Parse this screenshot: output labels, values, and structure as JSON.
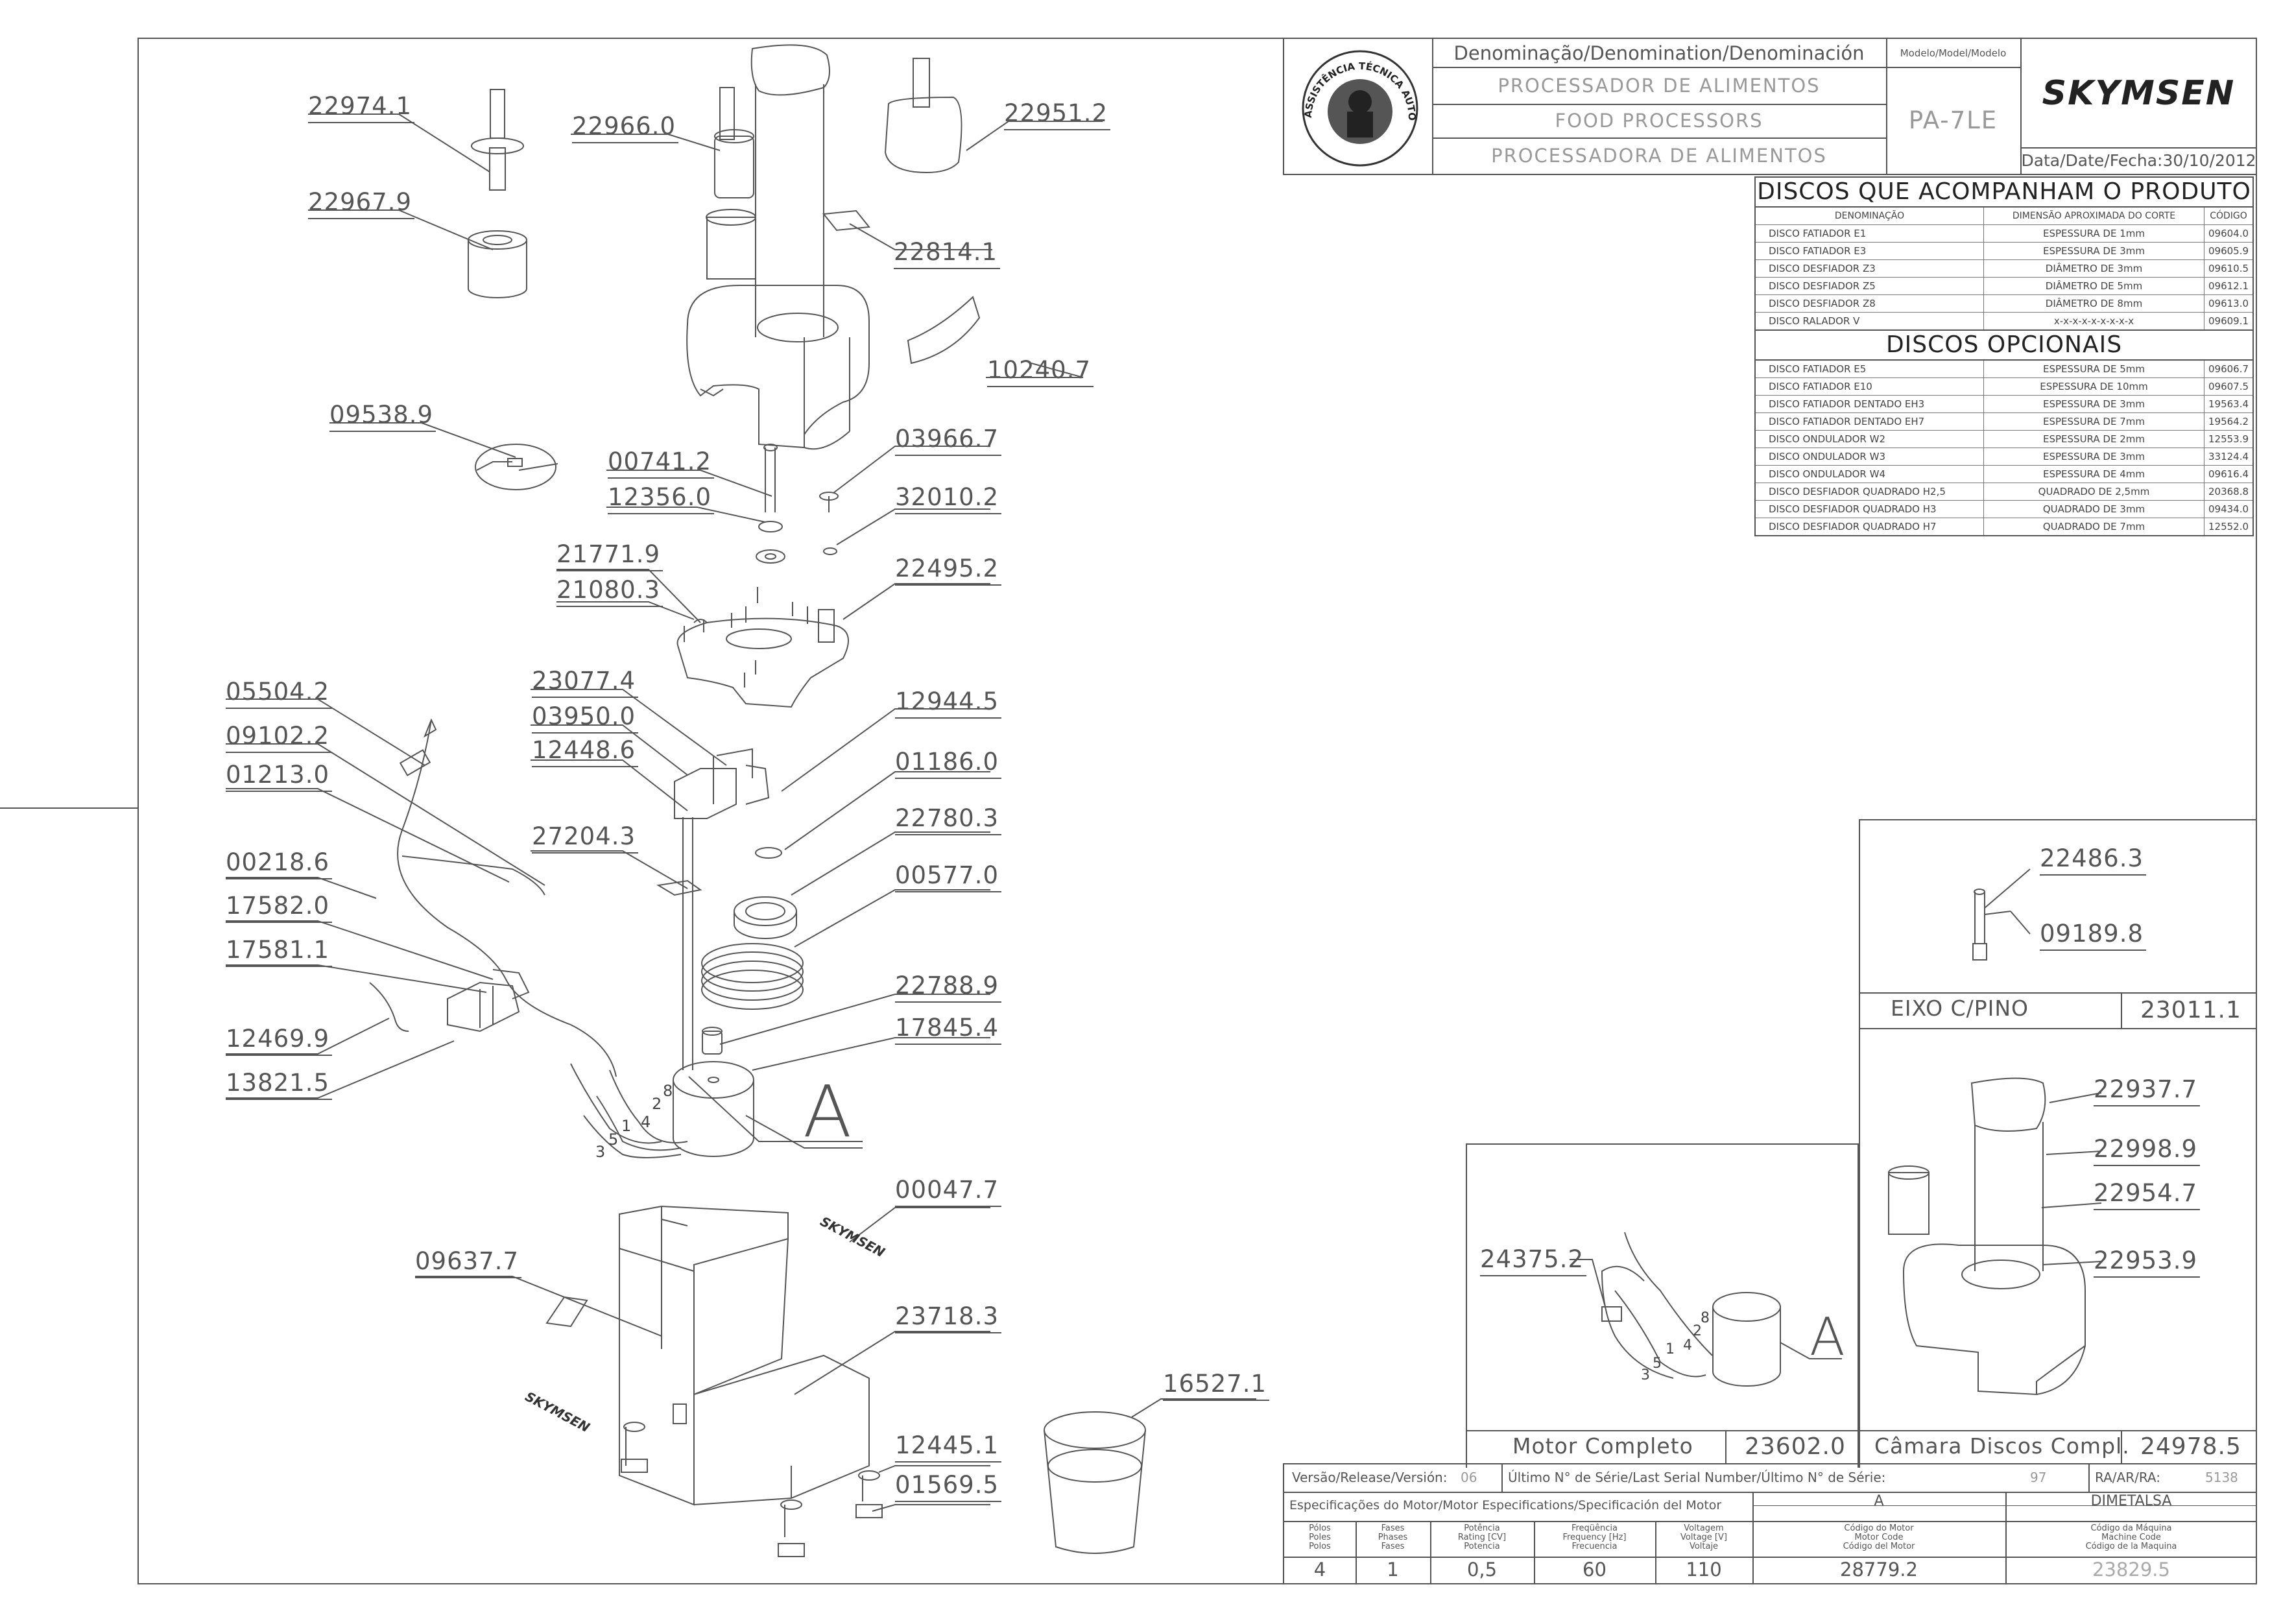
{
  "header": {
    "denomination_label": "Denominação/Denomination/Denominación",
    "model_label": "Modelo/Model/Modelo",
    "names": [
      "PROCESSADOR DE ALIMENTOS",
      "FOOD PROCESSORS",
      "PROCESSADORA DE ALIMENTOS"
    ],
    "model": "PA-7LE",
    "brand": "SKYMSEN",
    "date_label": "Data/Date/Fecha:",
    "date": "30/10/2012",
    "seal_text": "ASSISTÊNCIA TÉCNICA AUTORIZADA"
  },
  "discs_included": {
    "title": "DISCOS QUE ACOMPANHAM O PRODUTO",
    "columns": [
      "DENOMINAÇÃO",
      "DIMENSÃO APROXIMADA DO CORTE",
      "CÓDIGO"
    ],
    "rows": [
      [
        "DISCO FATIADOR E1",
        "ESPESSURA DE 1mm",
        "09604.0"
      ],
      [
        "DISCO FATIADOR E3",
        "ESPESSURA DE 3mm",
        "09605.9"
      ],
      [
        "DISCO DESFIADOR Z3",
        "DIÂMETRO DE 3mm",
        "09610.5"
      ],
      [
        "DISCO DESFIADOR Z5",
        "DIÂMETRO DE 5mm",
        "09612.1"
      ],
      [
        "DISCO DESFIADOR Z8",
        "DIÂMETRO DE 8mm",
        "09613.0"
      ],
      [
        "DISCO RALADOR V",
        "x-x-x-x-x-x-x-x-x",
        "09609.1"
      ]
    ]
  },
  "discs_optional": {
    "title": "DISCOS OPCIONAIS",
    "rows": [
      [
        "DISCO FATIADOR E5",
        "ESPESSURA DE 5mm",
        "09606.7"
      ],
      [
        "DISCO FATIADOR E10",
        "ESPESSURA DE 10mm",
        "09607.5"
      ],
      [
        "DISCO FATIADOR DENTADO EH3",
        "ESPESSURA DE 3mm",
        "19563.4"
      ],
      [
        "DISCO FATIADOR DENTADO EH7",
        "ESPESSURA DE 7mm",
        "19564.2"
      ],
      [
        "DISCO ONDULADOR W2",
        "ESPESSURA DE 2mm",
        "12553.9"
      ],
      [
        "DISCO ONDULADOR W3",
        "ESPESSURA DE 3mm",
        "33124.4"
      ],
      [
        "DISCO ONDULADOR W4",
        "ESPESSURA DE 4mm",
        "09616.4"
      ],
      [
        "DISCO DESFIADOR QUADRADO H2,5",
        "QUADRADO DE 2,5mm",
        "20368.8"
      ],
      [
        "DISCO DESFIADOR QUADRADO H3",
        "QUADRADO DE 3mm",
        "09434.0"
      ],
      [
        "DISCO DESFIADOR QUADRADO H7",
        "QUADRADO DE 7mm",
        "12552.0"
      ]
    ]
  },
  "part_numbers": {
    "p22974_1": "22974.1",
    "p22967_9": "22967.9",
    "p22966_0": "22966.0",
    "p22951_2": "22951.2",
    "p22814_1": "22814.1",
    "p10240_7": "10240.7",
    "p09538_9": "09538.9",
    "p00741_2": "00741.2",
    "p03966_7": "03966.7",
    "p12356_0": "12356.0",
    "p32010_2": "32010.2",
    "p21771_9": "21771.9",
    "p21080_3": "21080.3",
    "p22495_2": "22495.2",
    "p05504_2": "05504.2",
    "p23077_4": "23077.4",
    "p09102_2": "09102.2",
    "p03950_0": "03950.0",
    "p12944_5": "12944.5",
    "p01213_0": "01213.0",
    "p12448_6": "12448.6",
    "p01186_0": "01186.0",
    "p27204_3": "27204.3",
    "p22780_3": "22780.3",
    "p00218_6": "00218.6",
    "p00577_0": "00577.0",
    "p17582_0": "17582.0",
    "p17581_1": "17581.1",
    "p22788_9": "22788.9",
    "p17845_4": "17845.4",
    "p12469_9": "12469.9",
    "p13821_5": "13821.5",
    "p00047_7": "00047.7",
    "p09637_7": "09637.7",
    "p23718_3": "23718.3",
    "p16527_1": "16527.1",
    "p12445_1": "12445.1",
    "p01569_5": "01569.5",
    "p22486_3": "22486.3",
    "p09189_8": "09189.8",
    "p22937_7": "22937.7",
    "p22998_9": "22998.9",
    "p22954_7": "22954.7",
    "p22953_9": "22953.9",
    "p24375_2": "24375.2"
  },
  "callout_a": "A",
  "wire_numbers": [
    "8",
    "2",
    "4",
    "1",
    "5",
    "3"
  ],
  "sub_assemblies": {
    "shaft_label": "EIXO C/PINO",
    "shaft_code": "23011.1",
    "motor_label": "Motor Completo",
    "motor_code": "23602.0",
    "chamber_label": "Câmara Discos Compl.",
    "chamber_code": "24978.5"
  },
  "footer": {
    "version_label": "Versão/Release/Versión:",
    "version": "06",
    "serial_label": "Último N° de Série/Last Serial Number/Último N° de Série:",
    "serial": "97",
    "ra_label": "RA/AR/RA:",
    "ra": "5138",
    "motor_spec_label": "Especificações do Motor/Motor Especifications/Specificación del Motor",
    "motor_letter": "A",
    "maker": "DIMETALSA",
    "col_poles": "Pólos\nPoles\nPolos",
    "col_phases": "Fases\nPhases\nFases",
    "col_power": "Potência\nRating [CV]\nPotencia",
    "col_freq": "Freqüência\nFrequency [Hz]\nFrecuencia",
    "col_volt": "Voltagem\nVoltage [V]\nVoltaje",
    "col_motor_code": "Código do Motor\nMotor Code\nCódigo del Motor",
    "col_machine_code": "Código da Máquina\nMachine Code\nCódigo de la Maquina",
    "poles": "4",
    "phases": "1",
    "power": "0,5",
    "freq": "60",
    "volt": "110",
    "motor_code": "28779.2",
    "machine_code": "23829.5"
  }
}
